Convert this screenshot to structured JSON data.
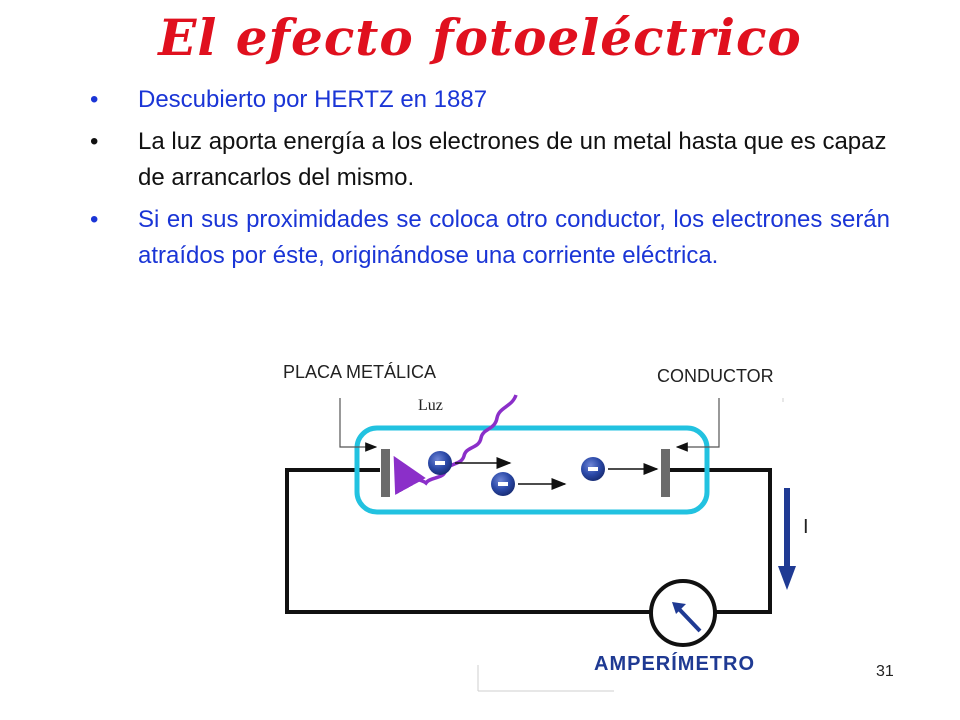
{
  "slide": {
    "title": "El efecto fotoeléctrico",
    "bullets": [
      {
        "text": "Descubierto por HERTZ en 1887",
        "color": "#1a35d6"
      },
      {
        "text": "La luz aporta energía a los electrones de un metal hasta que es capaz de arrancarlos del mismo.",
        "color": "#111111"
      },
      {
        "text": "Si en sus proximidades se coloca otro conductor, los electrones serán atraídos por éste, originándose una corriente eléctrica.",
        "color": "#1a35d6"
      }
    ],
    "bullet_glyph": "•",
    "page_number": "31"
  },
  "diagram": {
    "label_plate": "PLACA METÁLICA",
    "label_light": "Luz",
    "label_conductor": "CONDUCTOR",
    "label_current": "I",
    "label_ammeter": "AMPERÍMETRO",
    "electron_sign": "-",
    "colors": {
      "tube": "#22c2e0",
      "light_wave": "#8b2fc9",
      "electron": "#1f3a93",
      "current_arrow": "#1f3a93",
      "plate": "#6b6b6b"
    }
  }
}
